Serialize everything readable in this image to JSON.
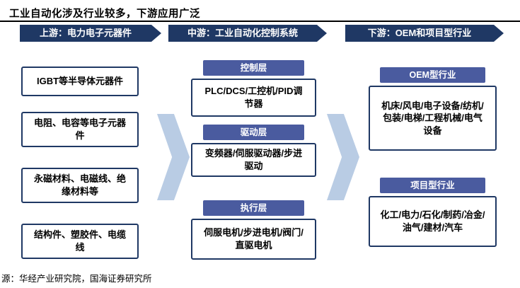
{
  "title": "工业自动化涉及行业较多，下游应用广泛",
  "source": "源：华经产业研究院，国海证券研究所",
  "upstream": {
    "header": "上游：电力电子元器件",
    "items": [
      "IGBT等半导体元器件",
      "电阻、电容等电子元器件",
      "永磁材料、电磁线、绝缘材料等",
      "结构件、塑胶件、电缆线"
    ]
  },
  "midstream": {
    "header": "中游：工业自动化控制系统",
    "layers": [
      {
        "label": "控制层",
        "content": "PLC/DCS/工控机/PID调节器"
      },
      {
        "label": "驱动层",
        "content": "变频器/伺服驱动器/步进驱动"
      },
      {
        "label": "执行层",
        "content": "伺服电机/步进电机/阀门/直驱电机"
      }
    ]
  },
  "downstream": {
    "header": "下游：OEM和项目型行业",
    "groups": [
      {
        "label": "OEM型行业",
        "content": "机床/风电/电子设备/纺机/包装/电梯/工程机械/电气设备"
      },
      {
        "label": "项目型行业",
        "content": "化工/电力/石化/制药/冶金/油气/建材/汽车"
      }
    ]
  },
  "colors": {
    "navy": "#1F3864",
    "banner_blue": "#4A5B9F",
    "chevron_blue": "#B9CCE4",
    "text": "#000000",
    "background": "#FFFFFF"
  }
}
